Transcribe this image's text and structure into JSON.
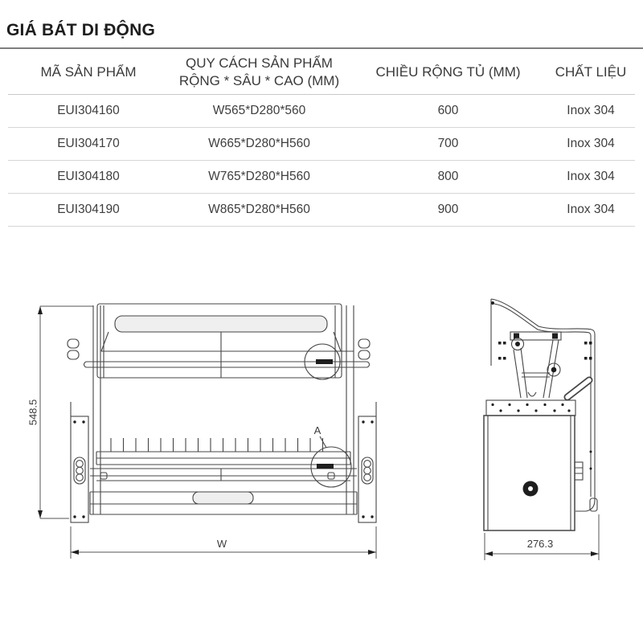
{
  "page": {
    "title": "GIÁ BÁT DI ĐỘNG"
  },
  "table": {
    "headers": {
      "col1": "MÃ SẢN PHẨM",
      "col2_line1": "QUY CÁCH SẢN PHẨM",
      "col2_line2": "RỘNG * SÂU * CAO (MM)",
      "col3": "CHIỀU RỘNG TỦ (MM)",
      "col4": "CHẤT LIỆU"
    },
    "rows": [
      {
        "code": "EUI304160",
        "spec": "W565*D280*560",
        "cabinet_width": "600",
        "material": "Inox 304"
      },
      {
        "code": "EUI304170",
        "spec": "W665*D280*H560",
        "cabinet_width": "700",
        "material": "Inox 304"
      },
      {
        "code": "EUI304180",
        "spec": "W765*D280*H560",
        "cabinet_width": "800",
        "material": "Inox 304"
      },
      {
        "code": "EUI304190",
        "spec": "W865*D280*H560",
        "cabinet_width": "900",
        "material": "Inox 304"
      }
    ]
  },
  "drawing": {
    "front_view": {
      "height_dimension": "548.5",
      "width_dimension": "W",
      "detail_label": "A"
    },
    "side_view": {
      "depth_dimension": "276.3"
    }
  },
  "colors": {
    "text": "#3c3c3c",
    "row_line": "#d6d6d6",
    "title_rule": "#7e7e7e",
    "drawing_stroke": "#454545"
  }
}
